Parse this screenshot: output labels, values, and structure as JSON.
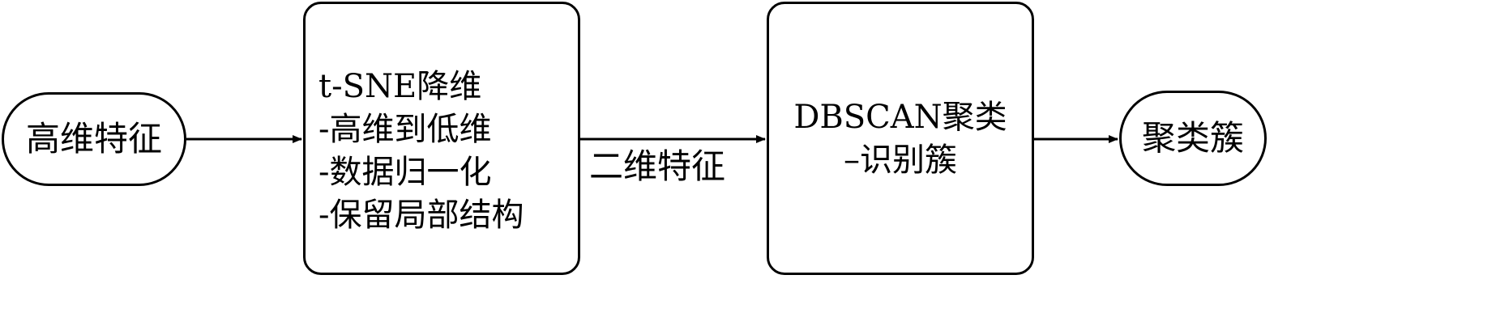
{
  "nodes": {
    "input": {
      "label": "高维特征"
    },
    "tsne": {
      "lines": [
        "t-SNE降维",
        "-高维到低维",
        "-数据归一化",
        "-保留局部结构"
      ]
    },
    "dbscan": {
      "lines": [
        "DBSCAN聚类",
        "–识别簇"
      ]
    },
    "output": {
      "label": "聚类簇"
    }
  },
  "edges": {
    "tsne_to_dbscan_label": "二维特征"
  },
  "colors": {
    "stroke": "#000000",
    "background": "#ffffff"
  }
}
